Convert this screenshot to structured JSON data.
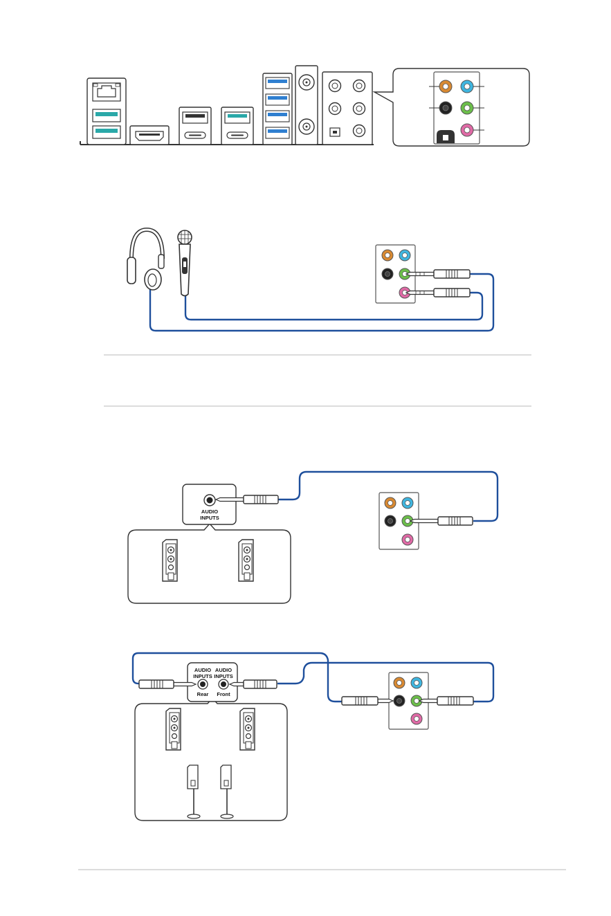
{
  "labels": {
    "audio_inputs_line1": "AUDIO",
    "audio_inputs_line2": "INPUTS",
    "rear": "Rear",
    "front": "Front"
  },
  "colors": {
    "cable": "#1e4f9c",
    "jack_orange": "#d98a32",
    "jack_blue": "#3fb6e0",
    "jack_black": "#222222",
    "jack_green": "#6cbf4a",
    "jack_pink": "#e06aa6",
    "usb_teal": "#2aa8a8",
    "usb_blue": "#2f7fd0",
    "divider": "#c8c8c8"
  }
}
